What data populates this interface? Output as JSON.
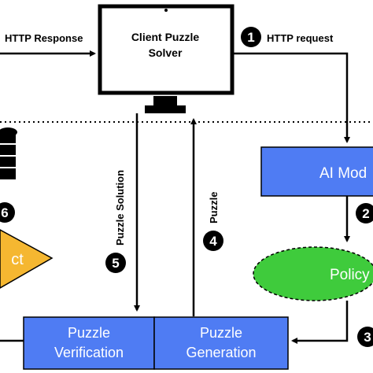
{
  "monitor": {
    "line1": "Client Puzzle",
    "line2": "Solver"
  },
  "edges": {
    "http_response": "HTTP Response",
    "http_request": "HTTP request",
    "puzzle_solution": "Puzzle Solution",
    "puzzle": "Puzzle"
  },
  "steps": {
    "s1": "1",
    "s2": "2",
    "s3": "3",
    "s4": "4",
    "s5": "5",
    "s6": "6"
  },
  "boxes": {
    "ai_model": "AI Mod",
    "policy": "Policy",
    "verification_line1": "Puzzle",
    "verification_line2": "Verification",
    "generation_line1": "Puzzle",
    "generation_line2": "Generation",
    "triangle_label": "ct"
  },
  "colors": {
    "box_blue": "#4f7cf3",
    "policy_green": "#3fcb3c",
    "triangle_orange": "#f5b731",
    "step_circle": "#000000"
  }
}
